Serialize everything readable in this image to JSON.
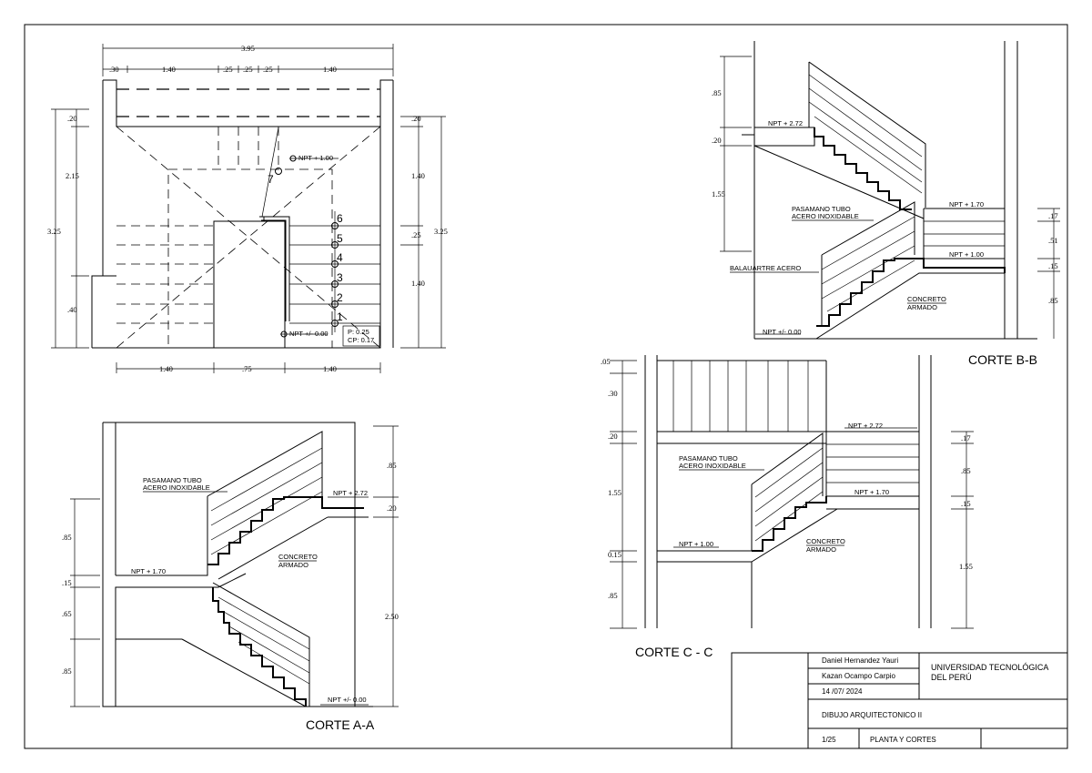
{
  "plan": {
    "top_total": "3.95",
    "top_dims": [
      ".30",
      "1.40",
      ".25",
      ".25",
      ".25",
      "1.40"
    ],
    "bottom_dims": [
      "1.40",
      ".75",
      "1.40"
    ],
    "left_dims": [
      ".20",
      "2.15",
      ".40"
    ],
    "left_total": "3.25",
    "right_dims": [
      ".20",
      "1.40",
      ".25",
      "1.40"
    ],
    "right_total": "3.25",
    "npt_top": "NPT + 1.00",
    "npt_bottom": "NPT +/- 0.00",
    "p_label": "P: 0.25",
    "cp_label": "CP: 0.17",
    "step_numbers": [
      "7",
      "6",
      "5",
      "4",
      "3",
      "2",
      "1"
    ]
  },
  "section_bb": {
    "title": "CORTE B-B",
    "npt_272": "NPT + 2.72",
    "npt_170": "NPT + 1.70",
    "npt_100": "NPT + 1.00",
    "npt_000": "NPT +/- 0.00",
    "handrail_1": "PASAMANO TUBO",
    "handrail_2": "ACERO INOXIDABLE",
    "baluster": "BALAUARTRE ACERO",
    "concrete_1": "CONCRETO",
    "concrete_2": "ARMADO",
    "left_dims": [
      ".85",
      ".20",
      "1.55"
    ],
    "right_dims": [
      ".17",
      ".51",
      ".15",
      ".85"
    ]
  },
  "section_aa": {
    "title": "CORTE A-A",
    "handrail_1": "PASAMANO TUBO",
    "handrail_2": "ACERO INOXIDABLE",
    "npt_272": "NPT + 2.72",
    "npt_170": "NPT + 1.70",
    "npt_000": "NPT +/- 0.00",
    "concrete_1": "CONCRETO",
    "concrete_2": "ARMADO",
    "left_dims": [
      ".85",
      ".15",
      ".65",
      ".85"
    ],
    "right_dims": [
      ".85",
      ".20",
      "2.50"
    ]
  },
  "section_cc": {
    "title": "CORTE C - C",
    "npt_272": "NPT + 2.72",
    "npt_170": "NPT + 1.70",
    "npt_100": "NPT + 1.00",
    "handrail_1": "PASAMANO TUBO",
    "handrail_2": "ACERO INOXIDABLE",
    "concrete_1": "CONCRETO",
    "concrete_2": "ARMADO",
    "left_dims": [
      ".05",
      ".30",
      ".20",
      "1.55",
      "0.15",
      ".85"
    ],
    "right_dims": [
      ".17",
      ".85",
      ".15",
      "1.55"
    ]
  },
  "title_block": {
    "author_1": "Daniel Hernandez Yauri",
    "author_2": "Kazan Ocampo Carpio",
    "date": "14 /07/ 2024",
    "university_1": "UNIVERSIDAD TECNOLÓGICA",
    "university_2": "DEL PERÚ",
    "course": "DIBUJO ARQUITECTONICO II",
    "scale": "1/25",
    "sheet": "PLANTA Y CORTES"
  }
}
